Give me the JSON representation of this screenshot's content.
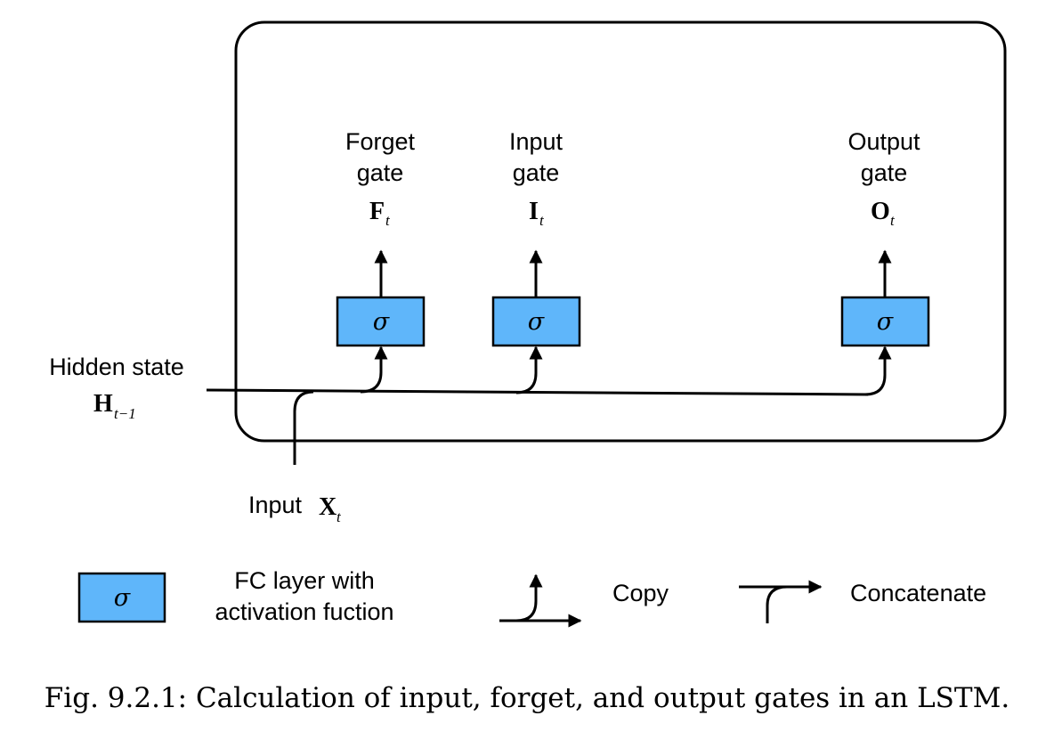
{
  "gates": [
    {
      "label_line1": "Forget",
      "label_line2": "gate",
      "symbol": "F",
      "subscript": "t",
      "box_symbol": "σ"
    },
    {
      "label_line1": "Input",
      "label_line2": "gate",
      "symbol": "I",
      "subscript": "t",
      "box_symbol": "σ"
    },
    {
      "label_line1": "Output",
      "label_line2": "gate",
      "symbol": "O",
      "subscript": "t",
      "box_symbol": "σ"
    }
  ],
  "hidden_state": {
    "label": "Hidden state",
    "symbol": "H",
    "subscript": "t−1"
  },
  "input": {
    "label": "Input",
    "symbol": "X",
    "subscript": "t"
  },
  "legend": {
    "fc_symbol": "σ",
    "fc_line1": "FC layer with",
    "fc_line2": "activation fuction",
    "copy_label": "Copy",
    "concat_label": "Concatenate"
  },
  "caption": "Fig. 9.2.1: Calculation of input, forget, and output gates in an LSTM.",
  "colors": {
    "box_fill": "#5fb6fa",
    "stroke": "#000000"
  }
}
